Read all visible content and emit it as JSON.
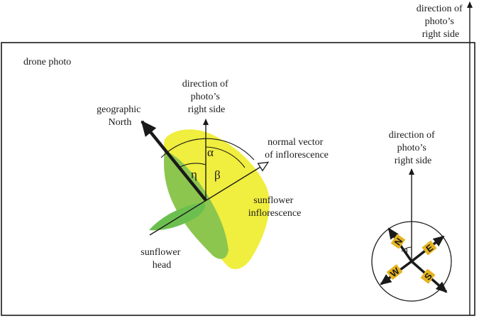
{
  "labels": {
    "drone_photo": "drone photo",
    "dir_right_lines": [
      "direction of",
      "photo’s",
      "right side"
    ],
    "geographic_north": [
      "geographic",
      "North"
    ],
    "normal_vector": [
      "normal vector",
      "of inflorescence"
    ],
    "inflorescence": [
      "sunflower",
      "inflorescence"
    ],
    "sunflower_head": [
      "sunflower",
      "head"
    ]
  },
  "angles": {
    "alpha": "α",
    "beta": "β",
    "eta": "η"
  },
  "compass": {
    "n": "N",
    "e": "E",
    "s": "S",
    "w": "W",
    "eta": "η"
  },
  "colors": {
    "yellow": "#f0ee3e",
    "green": "#8cc64f",
    "dark_green": "#6bbf4f",
    "compass_label_bg": "#e6b422",
    "ink": "#1a1a1a"
  }
}
